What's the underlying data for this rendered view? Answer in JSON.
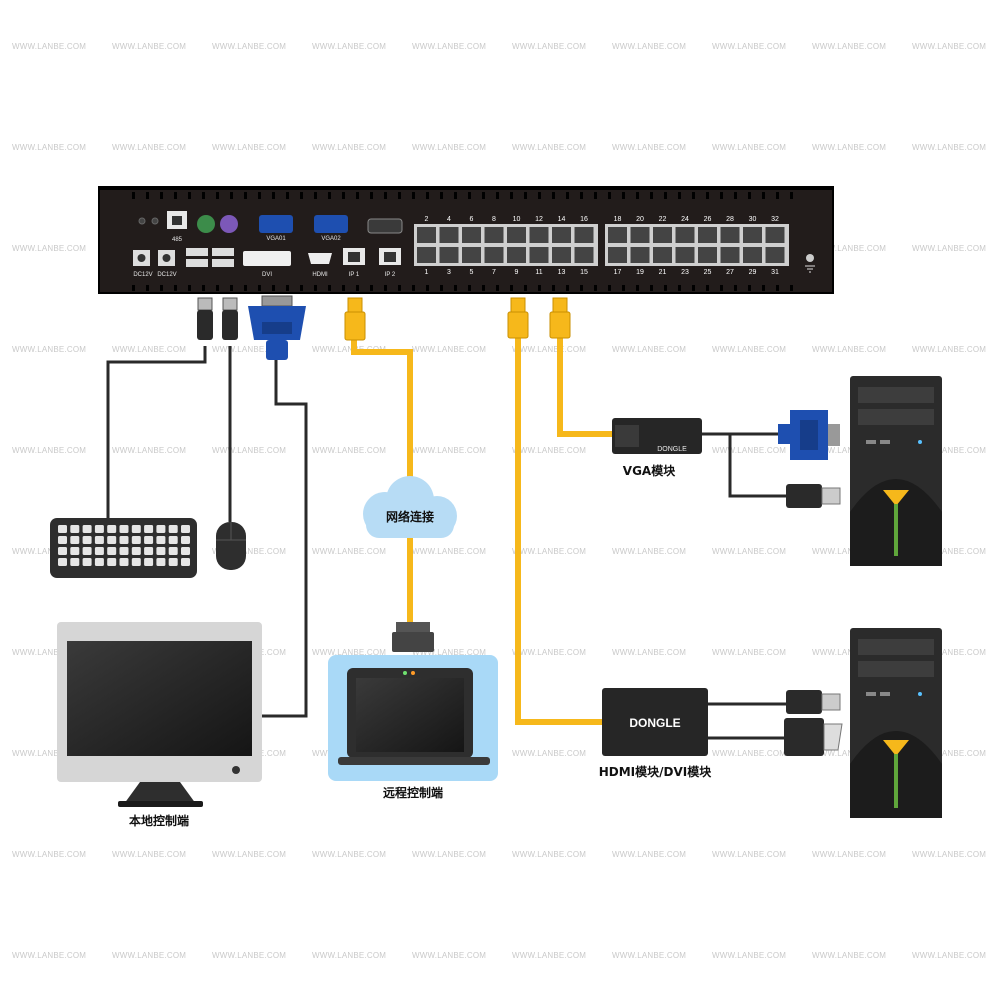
{
  "watermark": "WWW.LANBE.COM",
  "kvm": {
    "port_labels_top": [
      "2",
      "4",
      "6",
      "8",
      "10",
      "12",
      "14",
      "16",
      "18",
      "20",
      "22",
      "24",
      "26",
      "28",
      "30",
      "32"
    ],
    "port_labels_bottom": [
      "1",
      "3",
      "5",
      "7",
      "9",
      "11",
      "13",
      "15",
      "17",
      "19",
      "21",
      "23",
      "25",
      "27",
      "29",
      "31"
    ],
    "left_labels": {
      "rs485": "485",
      "vga01": "VGA01",
      "vga02": "VGA02",
      "dvi": "DVI",
      "hdmi": "HDMI",
      "ip1": "IP 1",
      "ip2": "IP 2",
      "dc1": "DC12V",
      "dc2": "DC12V"
    }
  },
  "labels": {
    "network": "网络连接",
    "remote": "远程控制端",
    "local": "本地控制端",
    "vga_module": "VGA模块",
    "hdmi_module": "HDMI模块/DVI模块",
    "dongle_small": "DONGLE",
    "dongle_big": "DONGLE"
  },
  "colors": {
    "device": "#221c1b",
    "cable_yellow": "#f6b81b",
    "cable_black": "#2a2a2a",
    "vga_blue": "#1e4fb0",
    "cloud": "#b7dcf5",
    "laptop_bg": "#a9d9f7",
    "tower": "#2b2b2b",
    "tower_accent": "#f6b81b"
  }
}
